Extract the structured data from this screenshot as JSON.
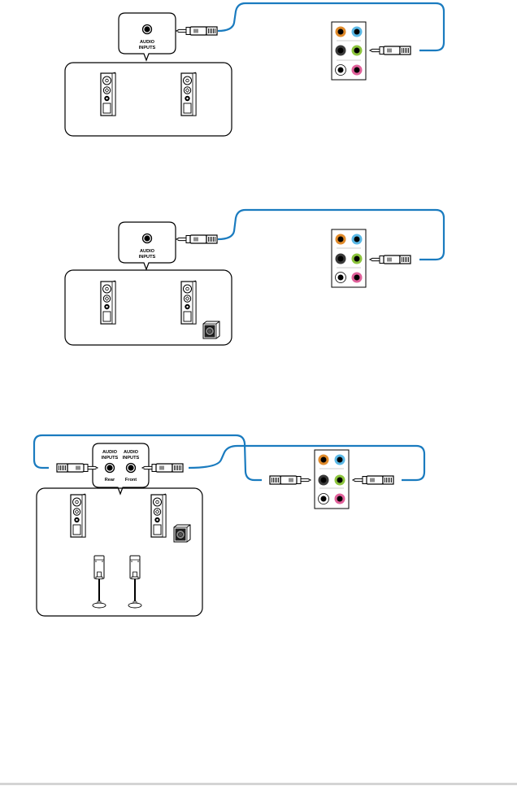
{
  "colors": {
    "cable": "#1a7bbf",
    "jack_orange": "#e08a2a",
    "jack_blue": "#5ab8e6",
    "jack_black": "#2a2a2a",
    "jack_green": "#8cc43c",
    "jack_gray": "#d8d8d8",
    "jack_pink": "#e0609a"
  },
  "configurations": [
    {
      "id": "2-channel",
      "speaker_input_label_line1": "AUDIO",
      "speaker_input_label_line2": "INPUTS",
      "speakers": [
        "front-left",
        "front-right"
      ],
      "subwoofer": false,
      "connected_jack": "green"
    },
    {
      "id": "2.1-channel",
      "speaker_input_label_line1": "AUDIO",
      "speaker_input_label_line2": "INPUTS",
      "speakers": [
        "front-left",
        "front-right"
      ],
      "subwoofer": true,
      "connected_jack": "green"
    },
    {
      "id": "4.1-channel",
      "rear_label_line1": "AUDIO",
      "rear_label_line2": "INPUTS",
      "rear_sub": "Rear",
      "front_label_line1": "AUDIO",
      "front_label_line2": "INPUTS",
      "front_sub": "Front",
      "speakers": [
        "front-left",
        "front-right",
        "rear-left",
        "rear-right"
      ],
      "subwoofer": true,
      "connected_jacks": [
        "black",
        "green"
      ]
    }
  ],
  "jack_panel_layout": [
    [
      "orange",
      "blue"
    ],
    [
      "black",
      "green"
    ],
    [
      "gray",
      "pink"
    ]
  ]
}
